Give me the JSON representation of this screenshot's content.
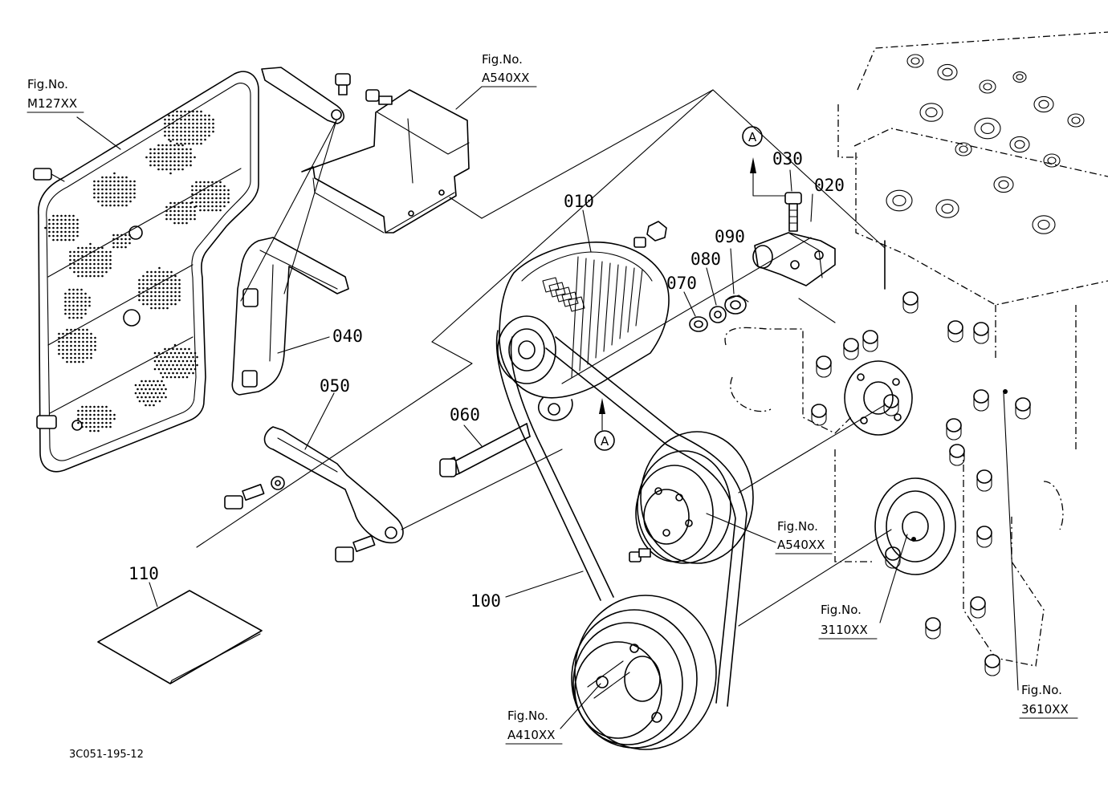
{
  "figure_code": "3C051-195-12",
  "parts": {
    "p010": "010",
    "p020": "020",
    "p030": "030",
    "p040": "040",
    "p050": "050",
    "p060": "060",
    "p070": "070",
    "p080": "080",
    "p090": "090",
    "p100": "100",
    "p110": "110"
  },
  "refs": {
    "fig_label": "Fig.No.",
    "m127": "M127XX",
    "a540_top": "A540XX",
    "a540_right": "A540XX",
    "f3110": "3110XX",
    "f3610": "3610XX",
    "a410": "A410XX"
  },
  "markers": {
    "a_top": "A",
    "a_bottom": "A"
  }
}
